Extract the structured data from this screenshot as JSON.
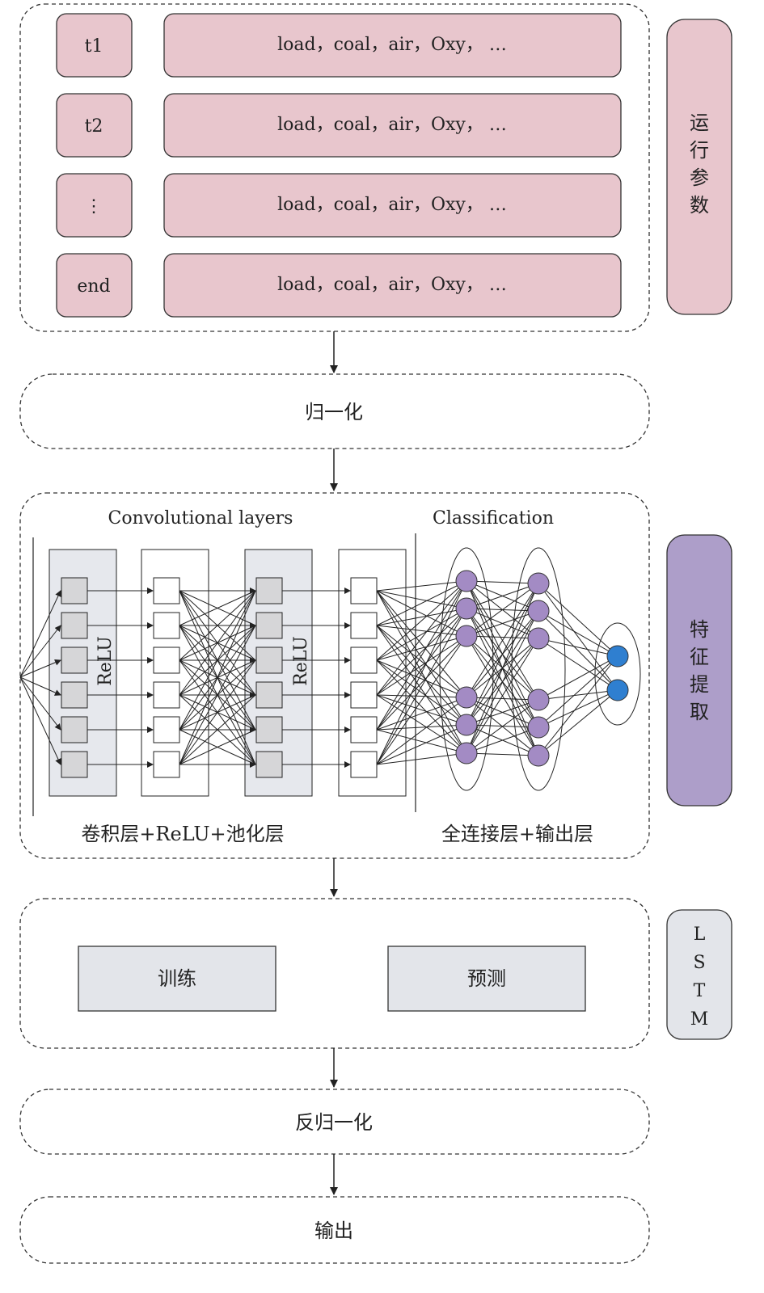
{
  "inputs": {
    "rows": [
      {
        "time": "t1",
        "params": "load，coal，air，Oxy，  …"
      },
      {
        "time": "t2",
        "params": "load，coal，air，Oxy，  …"
      },
      {
        "time": "⋮",
        "params": "load，coal，air，Oxy，  …"
      },
      {
        "time": "end",
        "params": "load，coal，air，Oxy，  …"
      }
    ]
  },
  "side_labels": {
    "operating_params": [
      "运",
      "行",
      "参",
      "数"
    ],
    "feature_extraction": [
      "特",
      "征",
      "提",
      "取"
    ],
    "lstm": [
      "L",
      "S",
      "T",
      "M"
    ]
  },
  "steps": {
    "normalize": "归一化",
    "denormalize": "反归一化",
    "output": "输出"
  },
  "cnn": {
    "conv_title": "Convolutional layers",
    "class_title": "Classification",
    "relu": "ReLU",
    "conv_caption": "卷积层+ReLU+池化层",
    "fc_caption": "全连接层+输出层"
  },
  "lstm_block": {
    "train": "训练",
    "predict": "预测"
  },
  "colors": {
    "pink": "#e8c6cd",
    "purple": "#ad9ec9",
    "grey": "#e3e5ea",
    "node_purple": "#a38bc4",
    "node_blue": "#2f7fd0"
  }
}
